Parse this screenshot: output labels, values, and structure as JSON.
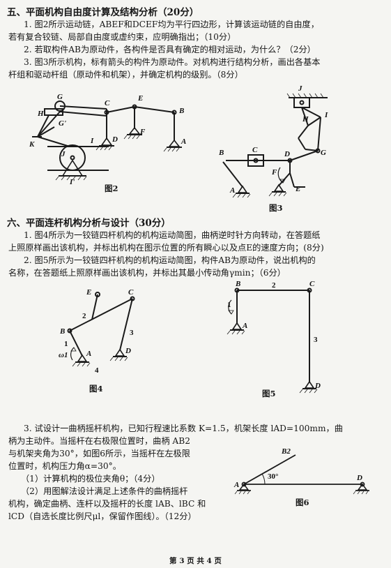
{
  "section5": {
    "title": "五、平面机构自由度计算及结构分析（20分）",
    "q1_l1": "1. 图2所示运动链，ABEF和DCEF均为平行四边形，计算该运动链的自由度，",
    "q1_l2": "若有复合铰链、局部自由度或虚约束，应明确指出；（10分）",
    "q2": "2. 若取构件AB为原动件，各构件是否具有确定的相对运动，为什么？（2分）",
    "q3_l1": "3. 图3所示机构，标有箭头的构件为原动件。对机构进行结构分析，画出各基本",
    "q3_l2": "杆组和驱动杆组（原动件和机架），并确定机构的级别。（8分）"
  },
  "fig2": {
    "caption": "图2",
    "labels": {
      "H": "H",
      "G": "G",
      "Gp": "G'",
      "K": "K",
      "I": "I",
      "J": "J",
      "Ip": "I'",
      "C": "C",
      "D": "D",
      "E": "E",
      "F": "F",
      "B": "B",
      "A": "A"
    }
  },
  "fig3": {
    "caption": "图3",
    "labels": {
      "J": "J",
      "H": "H",
      "I": "I",
      "B": "B",
      "C": "C",
      "D": "D",
      "G": "G",
      "F": "F",
      "A": "A",
      "E": "E"
    }
  },
  "section6": {
    "title": "六、平面连杆机构分析与设计（30分）",
    "q1_l1": "1. 图4所示为一铰链四杆机构的机构运动简图，曲柄逆时针方向转动，在答题纸",
    "q1_l2": "上照原样画出该机构，并标出机构在图示位置的所有瞬心以及点E的速度方向；(8分)",
    "q2_l1": "2. 图5所示为一铰链四杆机构的机构运动简图，构件AB为原动件，说出机构的",
    "q2_l2": "名称，在答题纸上照原样画出该机构，并标出其最小传动角γmin；（6分）"
  },
  "fig4": {
    "caption": "图4",
    "labels": {
      "E": "E",
      "C": "C",
      "B": "B",
      "A": "A",
      "D": "D",
      "n1": "1",
      "n2": "2",
      "n3": "3",
      "n4": "4",
      "w1": "ω1"
    }
  },
  "fig5": {
    "caption": "图5",
    "labels": {
      "B": "B",
      "C": "C",
      "A": "A",
      "D": "D",
      "n1": "1",
      "n2": "2",
      "n3": "3"
    }
  },
  "q3": {
    "l1": "3. 试设计一曲柄摇杆机构，已知行程速比系数 K=1.5，机架长度 lAD=100mm，曲",
    "l2": "柄为主动件。当摇杆在右极限位置时，曲柄 AB2",
    "l3": "与机架夹角为30°，如图6所示，当摇杆在左极限",
    "l4": "位置时，机构压力角α=30°。",
    "l5": "（1）计算机构的极位夹角θ；（4分）",
    "l6": "（2）用图解法设计满足上述条件的曲柄摇杆",
    "l7": "机构，确定曲柄、连杆以及摇杆的长度 lAB、lBC 和",
    "l8": "lCD（自选长度比例尺μl，保留作图线）。（12分）"
  },
  "fig6": {
    "caption": "图6",
    "labels": {
      "B2": "B2",
      "A": "A",
      "D": "D",
      "angle": "30°"
    }
  },
  "footer": "第 3 页 共 4 页"
}
